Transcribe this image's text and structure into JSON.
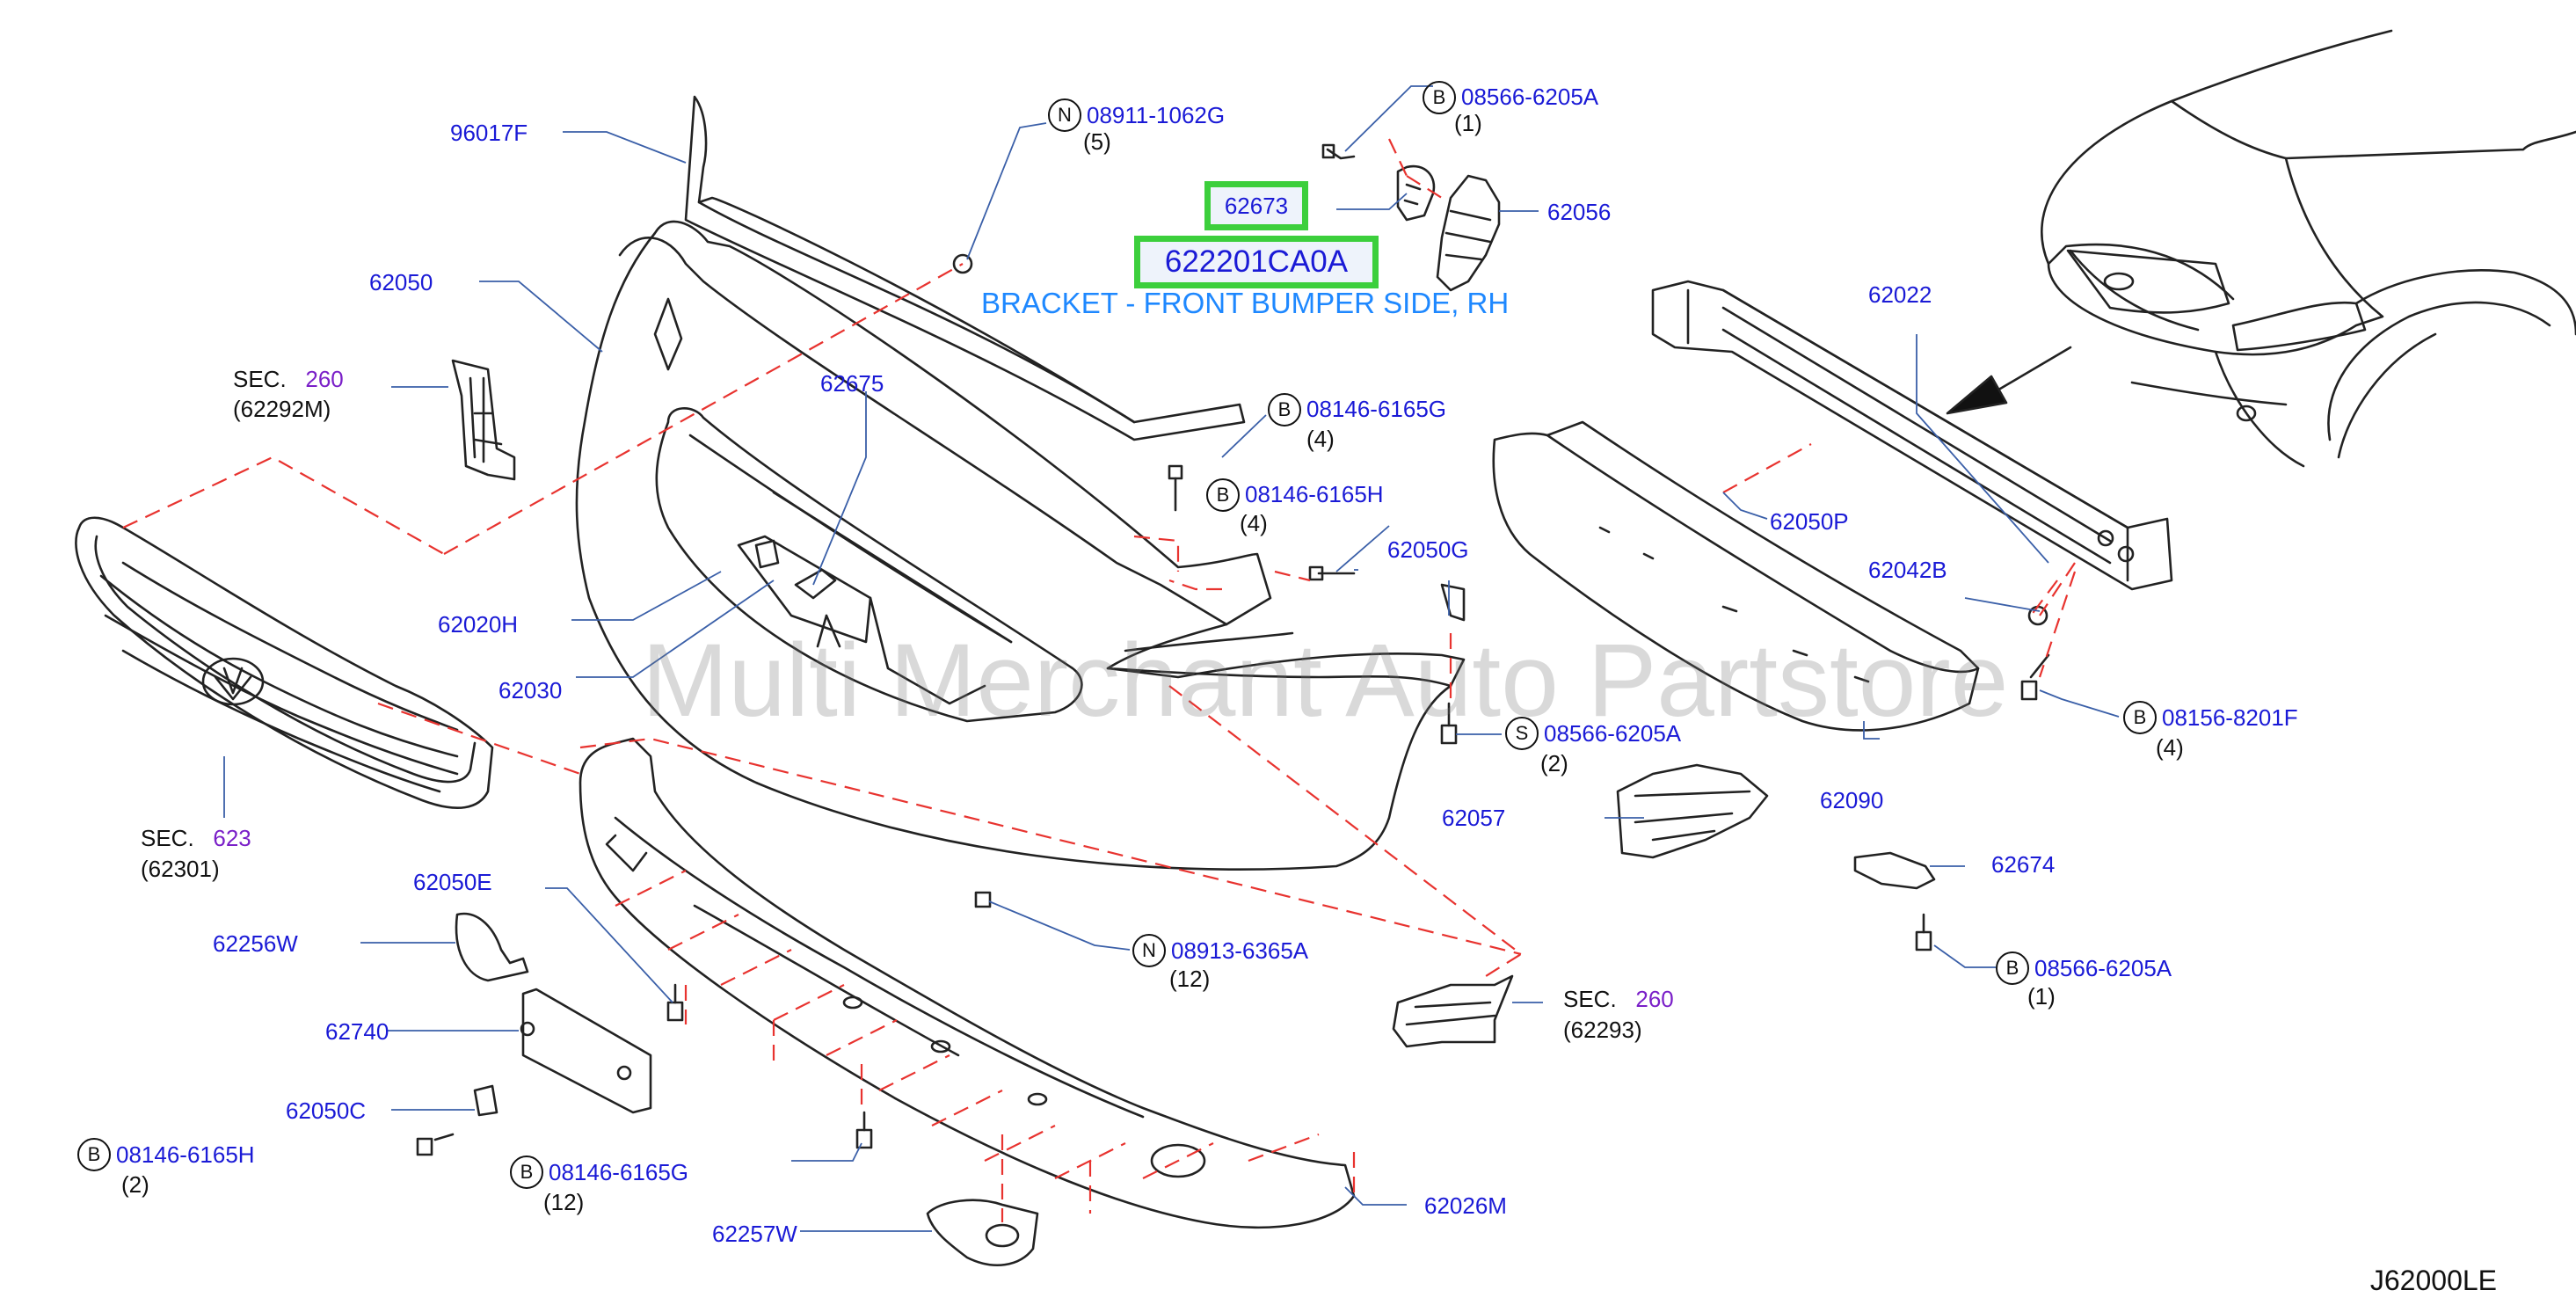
{
  "diagram": {
    "highlight_parts": [
      "62673",
      "622201CA0A"
    ],
    "highlight_description": "BRACKET - FRONT BUMPER SIDE, RH",
    "watermark": "Multi Merchant Auto Partstore",
    "diagram_code": "J62000LE",
    "colors": {
      "label": "#1a1ad6",
      "section_ref": "#7a1fc8",
      "highlight_border": "#3ccf3c",
      "caption": "#1e88ff",
      "dashed_line": "#e8332f"
    }
  },
  "parts": [
    {
      "id": "p96017f",
      "number": "96017F"
    },
    {
      "id": "p62050",
      "number": "62050"
    },
    {
      "id": "p62675",
      "number": "62675"
    },
    {
      "id": "p62020h",
      "number": "62020H"
    },
    {
      "id": "p62030",
      "number": "62030"
    },
    {
      "id": "p62056",
      "number": "62056"
    },
    {
      "id": "p62022",
      "number": "62022"
    },
    {
      "id": "p62050p",
      "number": "62050P"
    },
    {
      "id": "p62050g",
      "number": "62050G"
    },
    {
      "id": "p62042b",
      "number": "62042B"
    },
    {
      "id": "p62090",
      "number": "62090"
    },
    {
      "id": "p62057",
      "number": "62057"
    },
    {
      "id": "p62674",
      "number": "62674"
    },
    {
      "id": "p62050e",
      "number": "62050E"
    },
    {
      "id": "p62256w",
      "number": "62256W"
    },
    {
      "id": "p62740",
      "number": "62740"
    },
    {
      "id": "p62050c",
      "number": "62050C"
    },
    {
      "id": "p62257w",
      "number": "62257W"
    },
    {
      "id": "p62026m",
      "number": "62026M"
    }
  ],
  "fasteners": [
    {
      "id": "f1",
      "prefix": "N",
      "number": "08911-1062G",
      "qty": "(5)"
    },
    {
      "id": "f2",
      "prefix": "B",
      "number": "08566-6205A",
      "qty": "(1)"
    },
    {
      "id": "f3",
      "prefix": "B",
      "number": "08146-6165G",
      "qty": "(4)"
    },
    {
      "id": "f4",
      "prefix": "B",
      "number": "08146-6165H",
      "qty": "(4)"
    },
    {
      "id": "f5",
      "prefix": "S",
      "number": "08566-6205A",
      "qty": "(2)"
    },
    {
      "id": "f6",
      "prefix": "B",
      "number": "08156-8201F",
      "qty": "(4)"
    },
    {
      "id": "f7",
      "prefix": "N",
      "number": "08913-6365A",
      "qty": "(12)"
    },
    {
      "id": "f8",
      "prefix": "B",
      "number": "08566-6205A",
      "qty": "(1)"
    },
    {
      "id": "f9",
      "prefix": "B",
      "number": "08146-6165H",
      "qty": "(2)"
    },
    {
      "id": "f10",
      "prefix": "B",
      "number": "08146-6165G",
      "qty": "(12)"
    }
  ],
  "section_refs": [
    {
      "id": "s1",
      "prefix": "SEC.",
      "number": "260",
      "sub": "(62292M)"
    },
    {
      "id": "s2",
      "prefix": "SEC.",
      "number": "623",
      "sub": "(62301)"
    },
    {
      "id": "s3",
      "prefix": "SEC.",
      "number": "260",
      "sub": "(62293)"
    }
  ]
}
